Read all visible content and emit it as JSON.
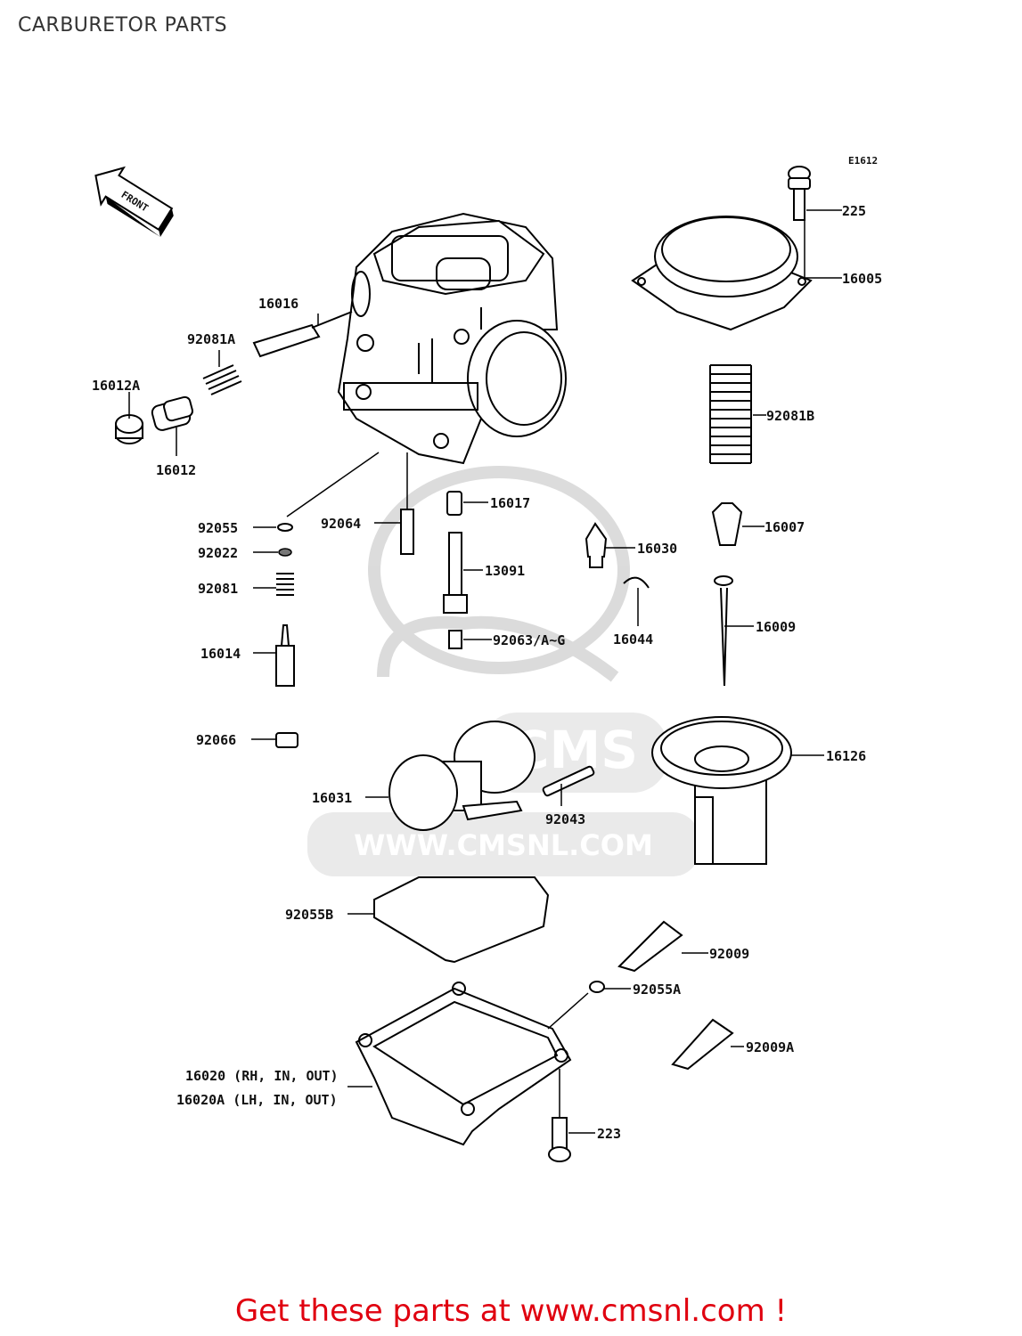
{
  "page": {
    "title": "CARBURETOR PARTS"
  },
  "diagram": {
    "code": "E1612",
    "front_label": "FRONT",
    "parts": {
      "p225": "225",
      "p16005": "16005",
      "p16016": "16016",
      "p92081A": "92081A",
      "p16012A": "16012A",
      "p16012": "16012",
      "p92081B": "92081B",
      "p16017": "16017",
      "p92055": "92055",
      "p92064": "92064",
      "p16007": "16007",
      "p16030": "16030",
      "p92022": "92022",
      "p13091": "13091",
      "p92081": "92081",
      "p16009": "16009",
      "p16014": "16014",
      "p92063": "92063/A~G",
      "p16044": "16044",
      "p92066": "92066",
      "p16126": "16126",
      "p16031": "16031",
      "p92043": "92043",
      "p92055B": "92055B",
      "p92009": "92009",
      "p92055A": "92055A",
      "p92009A": "92009A",
      "p16020": "16020 (RH, IN, OUT)",
      "p16020A": "16020A (LH, IN, OUT)",
      "p223": "223"
    }
  },
  "watermark": {
    "text": "WWW.CMSNL.COM",
    "logo": "CMS"
  },
  "footer": {
    "link_text": "Get these parts at www.cmsnl.com !",
    "link_color": "#e0000f"
  }
}
